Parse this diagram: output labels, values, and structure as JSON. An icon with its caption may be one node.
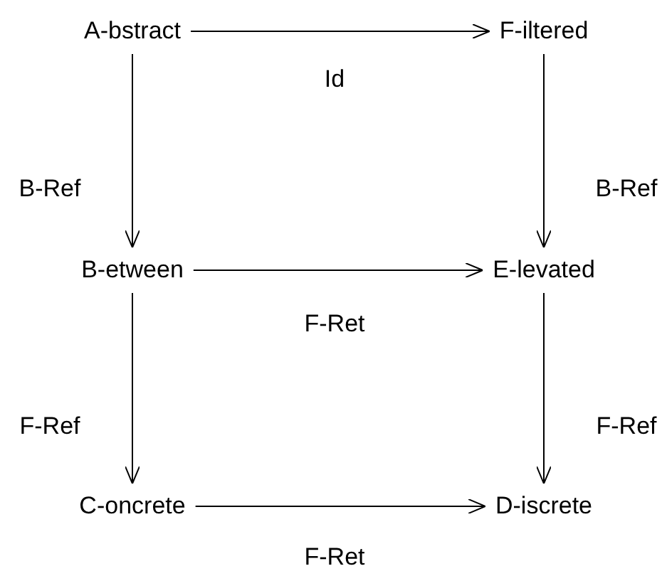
{
  "diagram": {
    "nodes": [
      {
        "text": [
          "A-bstract"
        ]
      },
      {
        "text": [
          "F-iltered"
        ]
      },
      {
        "text": [
          "B-etween"
        ]
      },
      {
        "text": [
          "E-levated"
        ]
      },
      {
        "text": [
          "C-oncrete"
        ]
      },
      {
        "text": [
          "D-iscrete"
        ]
      }
    ],
    "edges": [
      {
        "from": 0,
        "to": 1,
        "arrow": "to",
        "label": "Id"
      },
      {
        "from": 0,
        "to": 2,
        "arrow": "to",
        "label": "B-Ref"
      },
      {
        "from": 1,
        "to": 3,
        "arrow": "to",
        "label": "B-Ref"
      },
      {
        "from": 2,
        "to": 3,
        "arrow": "to",
        "label": "F-Ret"
      },
      {
        "from": 2,
        "to": 4,
        "arrow": "to",
        "label": "F-Ref"
      },
      {
        "from": 3,
        "to": 5,
        "arrow": "to",
        "label": "F-Ref"
      },
      {
        "from": 4,
        "to": 5,
        "arrow": "to",
        "label": "F-Ret"
      }
    ]
  }
}
